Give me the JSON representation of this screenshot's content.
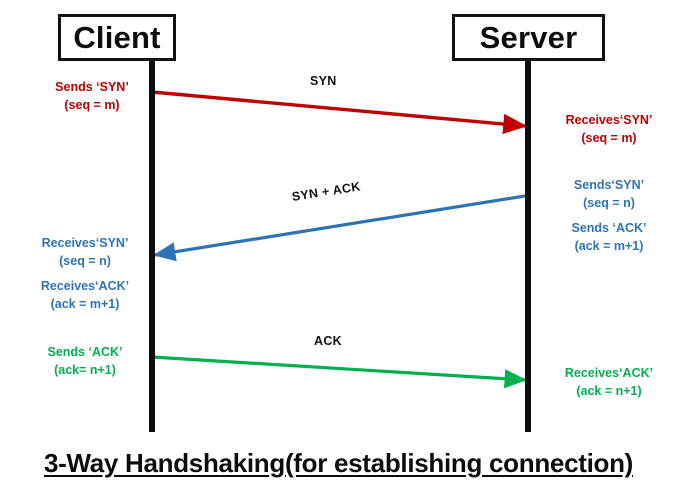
{
  "diagram": {
    "title": "3-Way Handshaking(for establishing connection)",
    "nodes": {
      "client": "Client",
      "server": "Server"
    },
    "colors": {
      "syn": "#c00000",
      "syn_ack": "#2e74b5",
      "ack": "#00b050",
      "lifeline": "#0d0d0d",
      "label": "#111111",
      "background": "#ffffff"
    },
    "messages": [
      {
        "name": "syn",
        "label": "SYN",
        "direction": "client-to-server",
        "color": "#c00000"
      },
      {
        "name": "syn-ack",
        "label": "SYN + ACK",
        "direction": "server-to-client",
        "color": "#2e74b5"
      },
      {
        "name": "ack",
        "label": "ACK",
        "direction": "client-to-server",
        "color": "#00b050"
      }
    ],
    "annotations": {
      "client_sends_syn": {
        "line1": "Sends ‘SYN’",
        "line2": "(seq = m)"
      },
      "server_receives_syn": {
        "line1": "Receives‘SYN’",
        "line2": "(seq = m)"
      },
      "server_sends_syn": {
        "line1": "Sends‘SYN’",
        "line2": "(seq = n)"
      },
      "server_sends_ack": {
        "line1": "Sends ‘ACK’",
        "line2": "(ack = m+1)"
      },
      "client_receives_syn": {
        "line1": "Receives‘SYN’",
        "line2": "(seq = n)"
      },
      "client_receives_ack": {
        "line1": "Receives‘ACK’",
        "line2": "(ack = m+1)"
      },
      "client_sends_ack": {
        "line1": "Sends ‘ACK’",
        "line2": "(ack= n+1)"
      },
      "server_receives_ack": {
        "line1": "Receives‘ACK’",
        "line2": "(ack = n+1)"
      }
    }
  }
}
